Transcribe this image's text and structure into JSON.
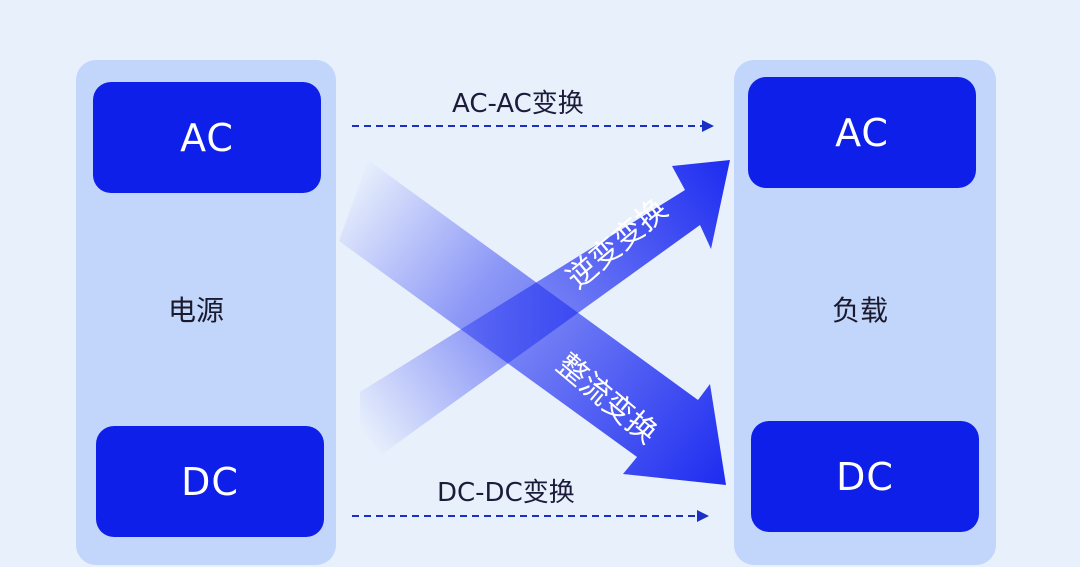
{
  "source": {
    "label": "电源",
    "ac": "AC",
    "dc": "DC"
  },
  "load": {
    "label": "负载",
    "ac": "AC",
    "dc": "DC"
  },
  "conversions": {
    "ac_ac": "AC-AC变换",
    "dc_dc": "DC-DC变换",
    "inverter": "逆变变换",
    "rectifier": "整流变换"
  },
  "colors": {
    "background": "#e8f0fc",
    "panel": "#c2d5fb",
    "box": "#0d1fe8",
    "arrow": "#1d2cf0",
    "dashed": "#1a2fc4"
  }
}
